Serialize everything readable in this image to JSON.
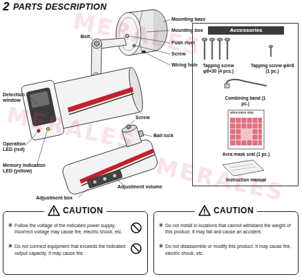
{
  "diagram": {
    "title": "PARTS DESCRIPTION",
    "nodes": [
      {
        "text": [
          "Accessories",
          "Tapping screw φ6×30 (4 pcs.)",
          "Tapping screw φ4×8 (1 pc.)",
          "Combining band (1 pc.)",
          "Area mask seal (1 pc.)",
          "Instruction manual"
        ]
      },
      {
        "text": [
          "CAUTION",
          "Follow the voltage of the indicated power supply. Incorrect voltage may cause fire, electric shock, etc.",
          "Do not connect equipment that exceeds the indicated output capacity. It may cause fire."
        ]
      },
      {
        "text": [
          "CAUTION",
          "Do not install in locations that cannot withstand the weight of this product. It may fall and cause an accident.",
          "Do not disassemble or modify this product. It may cause fire, electric shock, etc."
        ]
      }
    ],
    "labels": [
      "2",
      "Mounting base",
      "Mounting box",
      "Bolt",
      "Push rivet",
      "Screw",
      "Wiring hole",
      "Detection window",
      "Operation LED (red)",
      "Memory indication LED (yellow)",
      "Screw",
      "Ball lock",
      "Adjustment volume",
      "Adjustment box",
      "AREA MASK SEAL",
      "MERALES",
      "MERALES",
      "MERALES"
    ]
  }
}
